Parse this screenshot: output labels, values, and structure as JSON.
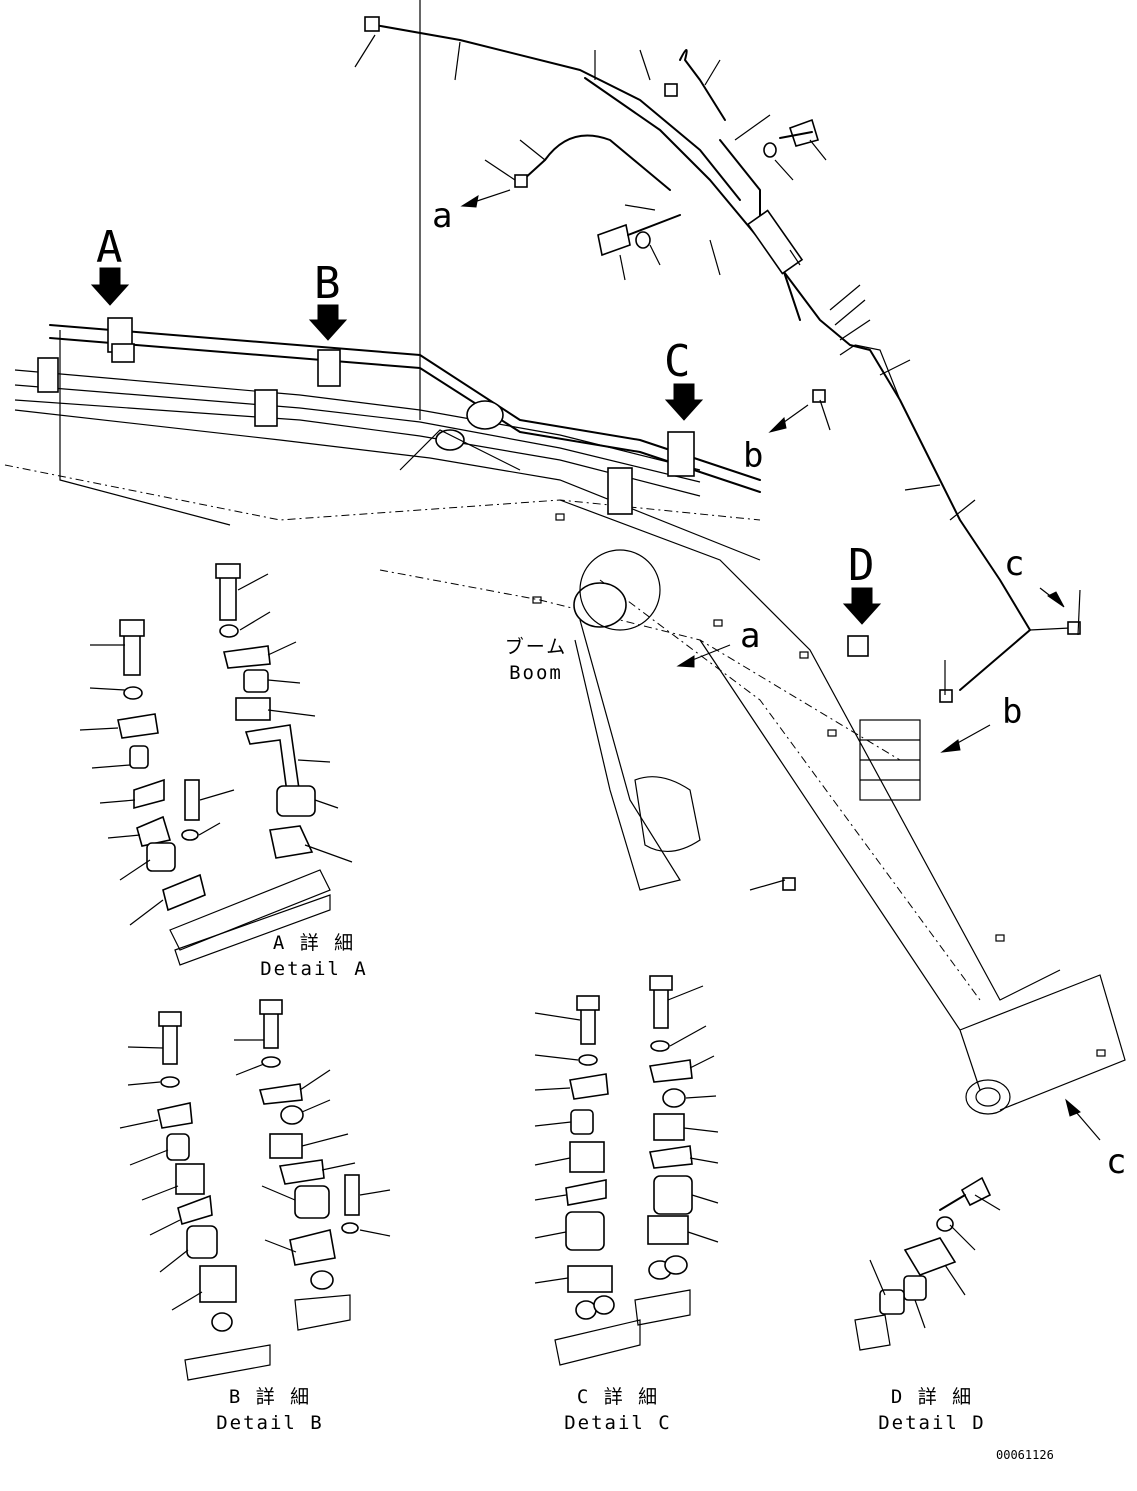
{
  "view_labels": {
    "a": "A",
    "b": "B",
    "c": "C",
    "d": "D"
  },
  "ref_labels": {
    "a1": "a",
    "a2": "a",
    "b1": "b",
    "b2": "b",
    "c1": "c",
    "c2": "c"
  },
  "boom": {
    "jp": "ブーム",
    "en": "Boom"
  },
  "details": [
    {
      "jp": "A 詳 細",
      "en": "Detail A"
    },
    {
      "jp": "B 詳 細",
      "en": "Detail B"
    },
    {
      "jp": "C 詳 細",
      "en": "Detail C"
    },
    {
      "jp": "D 詳 細",
      "en": "Detail D"
    }
  ],
  "drawing_number": "00061126"
}
